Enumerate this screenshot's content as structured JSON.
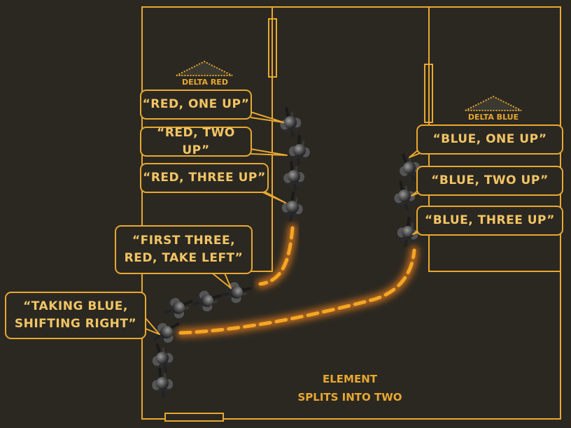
{
  "colors": {
    "background": "#2b2822",
    "accent": "#e8a830",
    "text": "#f2c564",
    "path_glow": "#ff8a1a",
    "soldier": "#6a6a6a"
  },
  "rooms": {
    "left_label": "DELTA RED",
    "right_label": "DELTA BLUE"
  },
  "callouts": {
    "red_one": "“RED, ONE UP”",
    "red_two": "“RED, TWO UP”",
    "red_three": "“RED, THREE UP”",
    "blue_one": "“BLUE, ONE UP”",
    "blue_two": "“BLUE, TWO UP”",
    "blue_three": "“BLUE, THREE UP”",
    "first_three": [
      "“FIRST THREE,",
      "RED, TAKE LEFT”"
    ],
    "taking_blue": [
      "“TAKING BLUE,",
      "SHIFTING RIGHT”"
    ]
  },
  "caption": [
    "ELEMENT",
    "SPLITS INTO TWO"
  ],
  "icons": {
    "soldier": "soldier-topdown-icon",
    "room_marker": "triangle-marker-icon"
  }
}
